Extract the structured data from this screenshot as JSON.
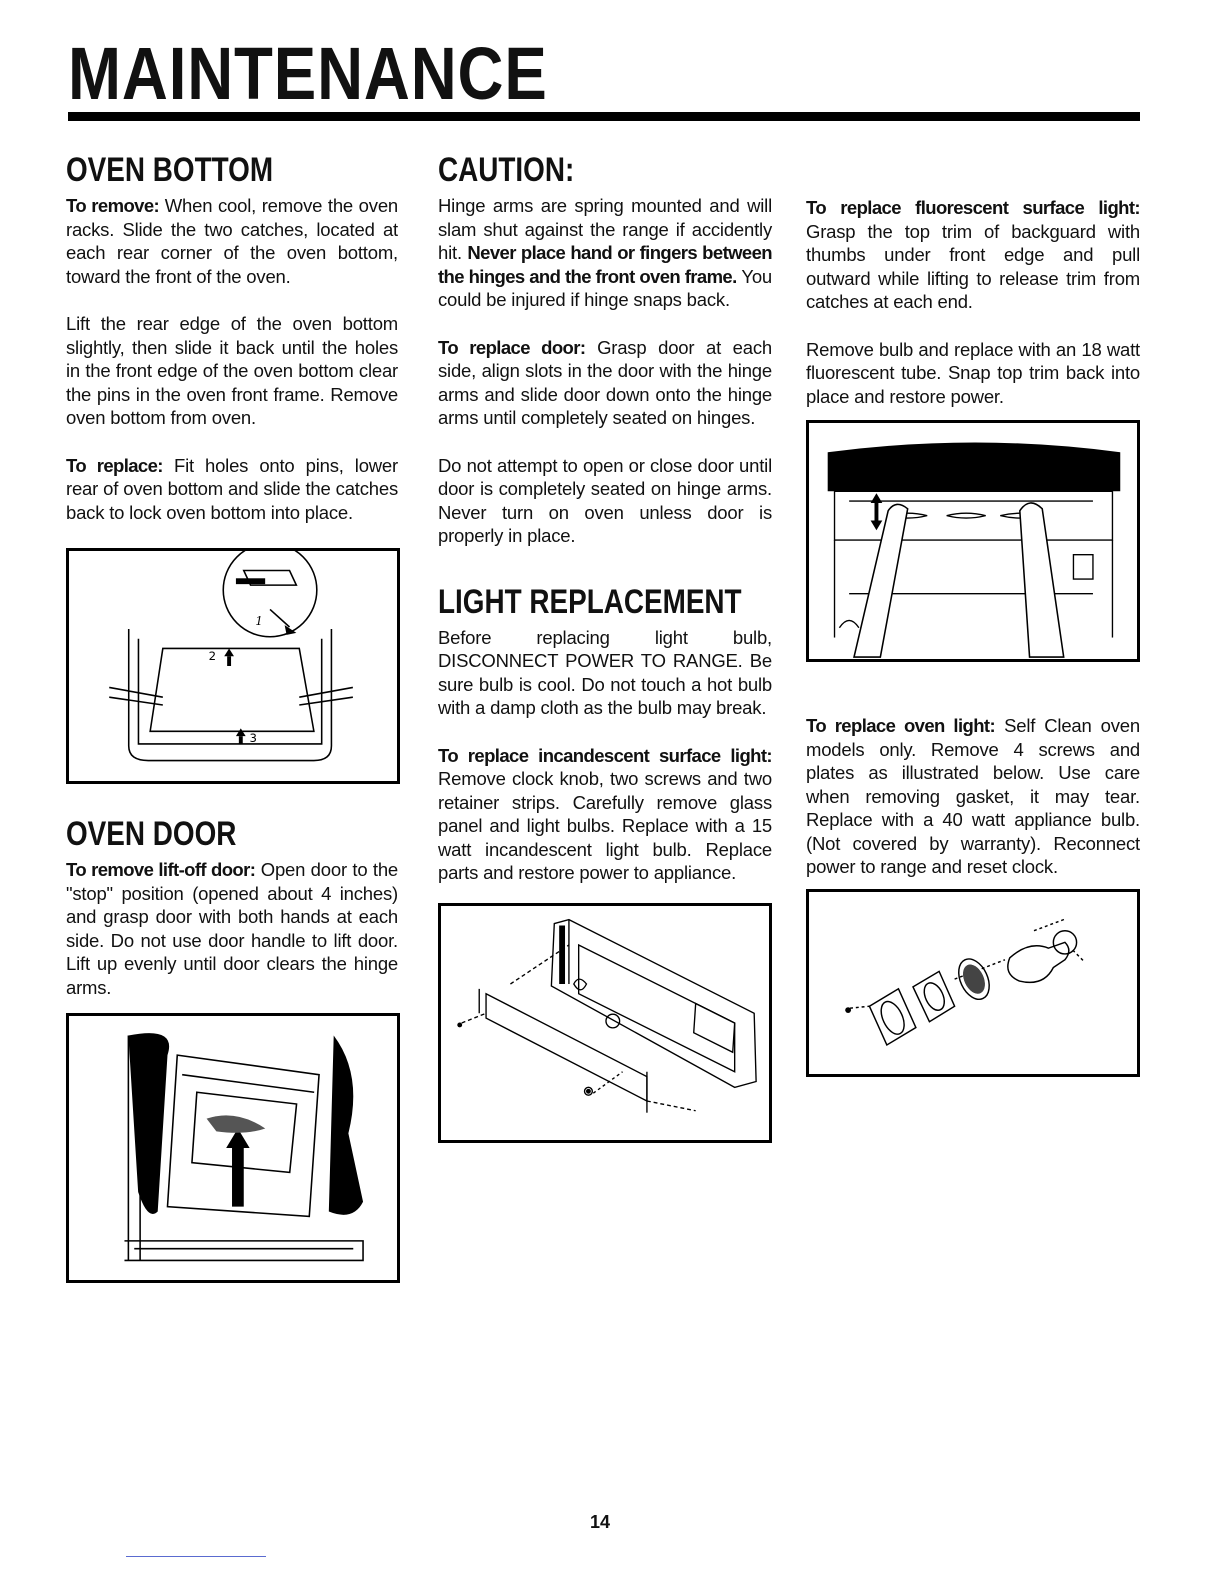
{
  "page": {
    "title": "MAINTENANCE",
    "page_number": "14"
  },
  "oven_bottom": {
    "heading": "OVEN BOTTOM",
    "remove_lead": "To remove:",
    "remove_text": " When cool, remove the oven racks. Slide the two catches, located at each rear corner of the oven bottom, toward the front of the oven.",
    "lift_text": "Lift the rear edge of the oven bottom slightly, then slide it back until the holes in the front edge of the oven bottom clear the pins in the oven front frame. Remove oven bottom from oven.",
    "replace_lead": "To replace:",
    "replace_text": " Fit holes onto pins, lower rear of oven bottom and slide the catches back to lock oven bottom into place.",
    "figure_labels": [
      "1",
      "2",
      "3"
    ]
  },
  "oven_door": {
    "heading": "OVEN DOOR",
    "remove_lead": "To remove lift-off door:",
    "remove_text": " Open door to the \"stop\" position (opened about 4 inches) and grasp door with both hands at each side. Do not use door handle to lift door. Lift up evenly until door clears the hinge arms."
  },
  "caution": {
    "heading": "CAUTION:",
    "text_1": "Hinge arms are spring mounted and will slam shut against the range if accidently hit. ",
    "warning_bold": "Never place hand or fingers between the hinges and the front oven frame.",
    "text_2": " You could be injured if hinge snaps back.",
    "replace_door_lead": "To replace door:",
    "replace_door_text": " Grasp door at each side, align slots in the door with the hinge arms and slide door down onto the hinge arms until completely seated on hinges.",
    "notice_text": "Do not attempt to open or close door until door is completely seated on hinge arms. Never turn on oven unless door is properly in place."
  },
  "light_replacement": {
    "heading": "LIGHT REPLACEMENT",
    "intro": "Before replacing light bulb, DISCONNECT POWER TO RANGE. Be sure bulb is cool. Do not touch a hot bulb with a damp cloth as the bulb may break.",
    "incandescent_lead": "To replace incandescent surface light:",
    "incandescent_text": " Remove clock knob, two screws and two retainer strips. Carefully remove glass panel and light bulbs. Replace with a 15 watt incandescent light bulb. Replace parts and restore power to appliance.",
    "fluorescent_lead": "To replace fluorescent surface light:",
    "fluorescent_text": " Grasp the top trim of backguard with thumbs under front edge and pull outward while lifting to release trim from catches at each end.",
    "fluorescent_text_2": "Remove bulb and replace with an 18 watt fluorescent tube. Snap top trim back into place and restore power.",
    "oven_light_lead": "To replace oven light:",
    "oven_light_text": " Self Clean oven models only. Remove 4 screws and plates as illustrated below. Use care when removing gasket, it may tear. Replace with a 40 watt appliance bulb. (Not covered by warranty). Reconnect power to range and reset clock."
  }
}
